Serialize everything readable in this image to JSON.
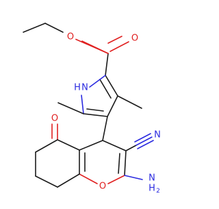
{
  "molecule": {
    "atom_labels": {
      "ester_carbonyl_o": "O",
      "ester_ether_o": "O",
      "pyrrole_nh": "H",
      "pyrrole_n": "N",
      "ketone_o": "O",
      "pyran_o": "O",
      "nitrile_n": "N",
      "amine_n": "N",
      "amine_h": "H",
      "amine_h2": "2"
    },
    "colors": {
      "bond": "#1a1a1a",
      "oxygen": "#e02020",
      "nitrogen": "#2a2ae0"
    }
  }
}
